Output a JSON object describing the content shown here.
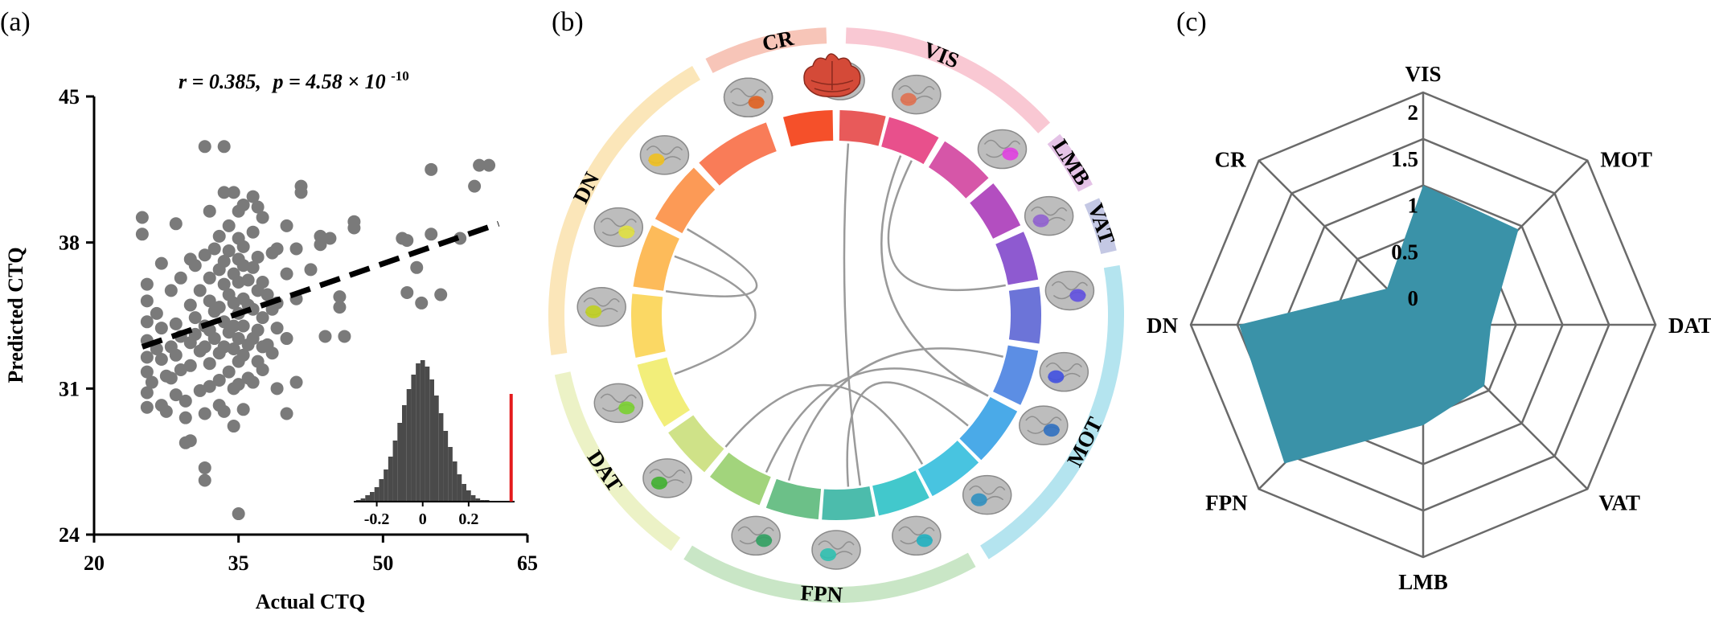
{
  "panels": {
    "a": {
      "label": "(a)"
    },
    "b": {
      "label": "(b)"
    },
    "c": {
      "label": "(c)"
    }
  },
  "chart_data": [
    {
      "type": "scatter",
      "panel": "a",
      "annotation": {
        "r": "r = 0.385,",
        "p": "p = 4.58 × 10",
        "p_exp": "-10"
      },
      "xlabel": "Actual CTQ",
      "ylabel": "Predicted CTQ",
      "xlim": [
        20,
        65
      ],
      "ylim": [
        24,
        45
      ],
      "xticks": [
        20,
        35,
        50,
        65
      ],
      "yticks": [
        24,
        31,
        38,
        45
      ],
      "point_color": "#7a7a7a",
      "fit_line": {
        "x": [
          25,
          62
        ],
        "y": [
          33.0,
          38.9
        ],
        "style": "dashed",
        "color": "#000000"
      },
      "points": [
        [
          25,
          39.2
        ],
        [
          25,
          38.4
        ],
        [
          25.5,
          36.0
        ],
        [
          25.5,
          35.2
        ],
        [
          25.5,
          34.2
        ],
        [
          25.5,
          33.3
        ],
        [
          25.5,
          32.5
        ],
        [
          25.5,
          31.8
        ],
        [
          25.5,
          30.8
        ],
        [
          25.5,
          30.1
        ],
        [
          26,
          31.3
        ],
        [
          26.5,
          32.9
        ],
        [
          26.5,
          34.6
        ],
        [
          27,
          37.0
        ],
        [
          27,
          33.9
        ],
        [
          27,
          32.4
        ],
        [
          27,
          30.2
        ],
        [
          27.5,
          31.6
        ],
        [
          27.5,
          29.9
        ],
        [
          28,
          35.7
        ],
        [
          28,
          33.0
        ],
        [
          28,
          31.5
        ],
        [
          28.5,
          38.9
        ],
        [
          28.5,
          34.1
        ],
        [
          28.5,
          32.6
        ],
        [
          28.5,
          30.7
        ],
        [
          29,
          36.3
        ],
        [
          29,
          33.5
        ],
        [
          29,
          31.9
        ],
        [
          29.5,
          30.4
        ],
        [
          29.5,
          28.4
        ],
        [
          29.5,
          29.6
        ],
        [
          30,
          37.2
        ],
        [
          30,
          35.0
        ],
        [
          30,
          33.2
        ],
        [
          30,
          32.1
        ],
        [
          30,
          28.5
        ],
        [
          30.5,
          36.9
        ],
        [
          30.5,
          34.4
        ],
        [
          30.5,
          33.6
        ],
        [
          31,
          32.8
        ],
        [
          31,
          30.9
        ],
        [
          31,
          35.7
        ],
        [
          31.5,
          42.6
        ],
        [
          31.5,
          37.4
        ],
        [
          31.5,
          34.0
        ],
        [
          31.5,
          33.0
        ],
        [
          31.5,
          29.8
        ],
        [
          31.5,
          26.6
        ],
        [
          31.5,
          27.2
        ],
        [
          32,
          39.5
        ],
        [
          32,
          36.3
        ],
        [
          32,
          35.2
        ],
        [
          32,
          33.8
        ],
        [
          32,
          32.2
        ],
        [
          32,
          31.1
        ],
        [
          32.5,
          37.7
        ],
        [
          32.5,
          34.7
        ],
        [
          32.5,
          33.4
        ],
        [
          33,
          38.3
        ],
        [
          33,
          36.7
        ],
        [
          33,
          34.9
        ],
        [
          33,
          32.7
        ],
        [
          33,
          31.4
        ],
        [
          33,
          30.2
        ],
        [
          33.5,
          42.6
        ],
        [
          33.5,
          40.4
        ],
        [
          33.5,
          37.1
        ],
        [
          33.5,
          36.0
        ],
        [
          33.5,
          34.2
        ],
        [
          33.5,
          33.0
        ],
        [
          33.5,
          29.9
        ],
        [
          34,
          38.8
        ],
        [
          34,
          37.6
        ],
        [
          34,
          35.5
        ],
        [
          34,
          33.7
        ],
        [
          34,
          31.8
        ],
        [
          34.5,
          40.4
        ],
        [
          34.5,
          36.5
        ],
        [
          34.5,
          35.1
        ],
        [
          34.5,
          34.0
        ],
        [
          34.5,
          32.9
        ],
        [
          34.5,
          31.0
        ],
        [
          34.5,
          29.2
        ],
        [
          35,
          39.5
        ],
        [
          35,
          38.2
        ],
        [
          35,
          37.2
        ],
        [
          35,
          36.1
        ],
        [
          35,
          34.6
        ],
        [
          35,
          33.4
        ],
        [
          35,
          32.3
        ],
        [
          35,
          31.2
        ],
        [
          35,
          25.0
        ],
        [
          35.5,
          39.8
        ],
        [
          35.5,
          37.8
        ],
        [
          35.5,
          36.9
        ],
        [
          35.5,
          35.3
        ],
        [
          35.5,
          34.0
        ],
        [
          35.5,
          32.6
        ],
        [
          35.5,
          30.0
        ],
        [
          36,
          36.2
        ],
        [
          36,
          35.0
        ],
        [
          36,
          33.1
        ],
        [
          36,
          31.5
        ],
        [
          36.5,
          40.2
        ],
        [
          36.5,
          38.5
        ],
        [
          36.5,
          36.8
        ],
        [
          36.5,
          34.8
        ],
        [
          36.5,
          33.4
        ],
        [
          36.5,
          31.3
        ],
        [
          37,
          39.7
        ],
        [
          37,
          37.3
        ],
        [
          37,
          35.7
        ],
        [
          37,
          33.8
        ],
        [
          37,
          32.3
        ],
        [
          37.5,
          39.2
        ],
        [
          37.5,
          36.1
        ],
        [
          37.5,
          34.4
        ],
        [
          37.5,
          33.0
        ],
        [
          37.5,
          31.9
        ],
        [
          38,
          35.5
        ],
        [
          38,
          33.1
        ],
        [
          38.5,
          37.5
        ],
        [
          38.5,
          34.8
        ],
        [
          38.5,
          32.7
        ],
        [
          39,
          37.7
        ],
        [
          39,
          35.1
        ],
        [
          39,
          33.9
        ],
        [
          39,
          31.0
        ],
        [
          40,
          38.8
        ],
        [
          40,
          36.5
        ],
        [
          40,
          33.4
        ],
        [
          40,
          29.8
        ],
        [
          41,
          37.7
        ],
        [
          41,
          35.3
        ],
        [
          41,
          31.3
        ],
        [
          41.5,
          40.4
        ],
        [
          41.5,
          40.7
        ],
        [
          42.5,
          36.7
        ],
        [
          43.5,
          38.3
        ],
        [
          43.5,
          37.9
        ],
        [
          44,
          33.5
        ],
        [
          44.5,
          38.2
        ],
        [
          45.5,
          35.4
        ],
        [
          45.5,
          34.9
        ],
        [
          46,
          33.5
        ],
        [
          47,
          39.0
        ],
        [
          47,
          38.7
        ],
        [
          52,
          38.2
        ],
        [
          52.5,
          38.1
        ],
        [
          52.5,
          35.6
        ],
        [
          53.5,
          36.8
        ],
        [
          54,
          35.1
        ],
        [
          55,
          38.4
        ],
        [
          55,
          41.5
        ],
        [
          56,
          35.5
        ],
        [
          58,
          38.2
        ],
        [
          59.5,
          40.7
        ],
        [
          60,
          41.7
        ],
        [
          61,
          41.7
        ]
      ],
      "inset": {
        "type": "bar",
        "xlim": [
          -0.3,
          0.4
        ],
        "xticks": [
          "-0.2",
          "0",
          "0.2"
        ],
        "bar_color": "#4a4a4a",
        "bins": [
          -0.28,
          -0.26,
          -0.24,
          -0.22,
          -0.2,
          -0.18,
          -0.16,
          -0.14,
          -0.12,
          -0.1,
          -0.08,
          -0.06,
          -0.04,
          -0.02,
          0.0,
          0.02,
          0.04,
          0.06,
          0.08,
          0.1,
          0.12,
          0.14,
          0.16,
          0.18,
          0.2,
          0.22,
          0.24,
          0.26,
          0.28
        ],
        "counts": [
          1,
          2,
          4,
          6,
          9,
          14,
          20,
          28,
          38,
          49,
          60,
          70,
          79,
          86,
          88,
          84,
          76,
          66,
          55,
          44,
          34,
          25,
          17,
          11,
          7,
          4,
          2,
          1,
          1
        ],
        "marker": {
          "x": 0.385,
          "color": "#e41a1c"
        }
      }
    },
    {
      "type": "chord",
      "panel": "b",
      "networks": [
        {
          "name": "CR",
          "color": "#f7c5b8"
        },
        {
          "name": "VIS",
          "color": "#f9c8d3"
        },
        {
          "name": "LMB",
          "color": "#e4c2e6"
        },
        {
          "name": "VAT",
          "color": "#c4c8e4"
        },
        {
          "name": "MOT",
          "color": "#b4e4ef"
        },
        {
          "name": "FPN",
          "color": "#c9e6c6"
        },
        {
          "name": "DAT",
          "color": "#ecf2c6"
        },
        {
          "name": "DN",
          "color": "#fbe6b9"
        }
      ]
    },
    {
      "type": "radar",
      "panel": "c",
      "axes": [
        "VIS",
        "MOT",
        "DAT",
        "VAT",
        "LMB",
        "FPN",
        "DN",
        "CR"
      ],
      "values": [
        1.0,
        0.95,
        0.23,
        0.43,
        0.58,
        1.61,
        1.48,
        0.05
      ],
      "rings": [
        "0",
        "0.5",
        "1",
        "1.5",
        "2"
      ],
      "max": 2,
      "fill_color": "#3a92a8"
    }
  ]
}
